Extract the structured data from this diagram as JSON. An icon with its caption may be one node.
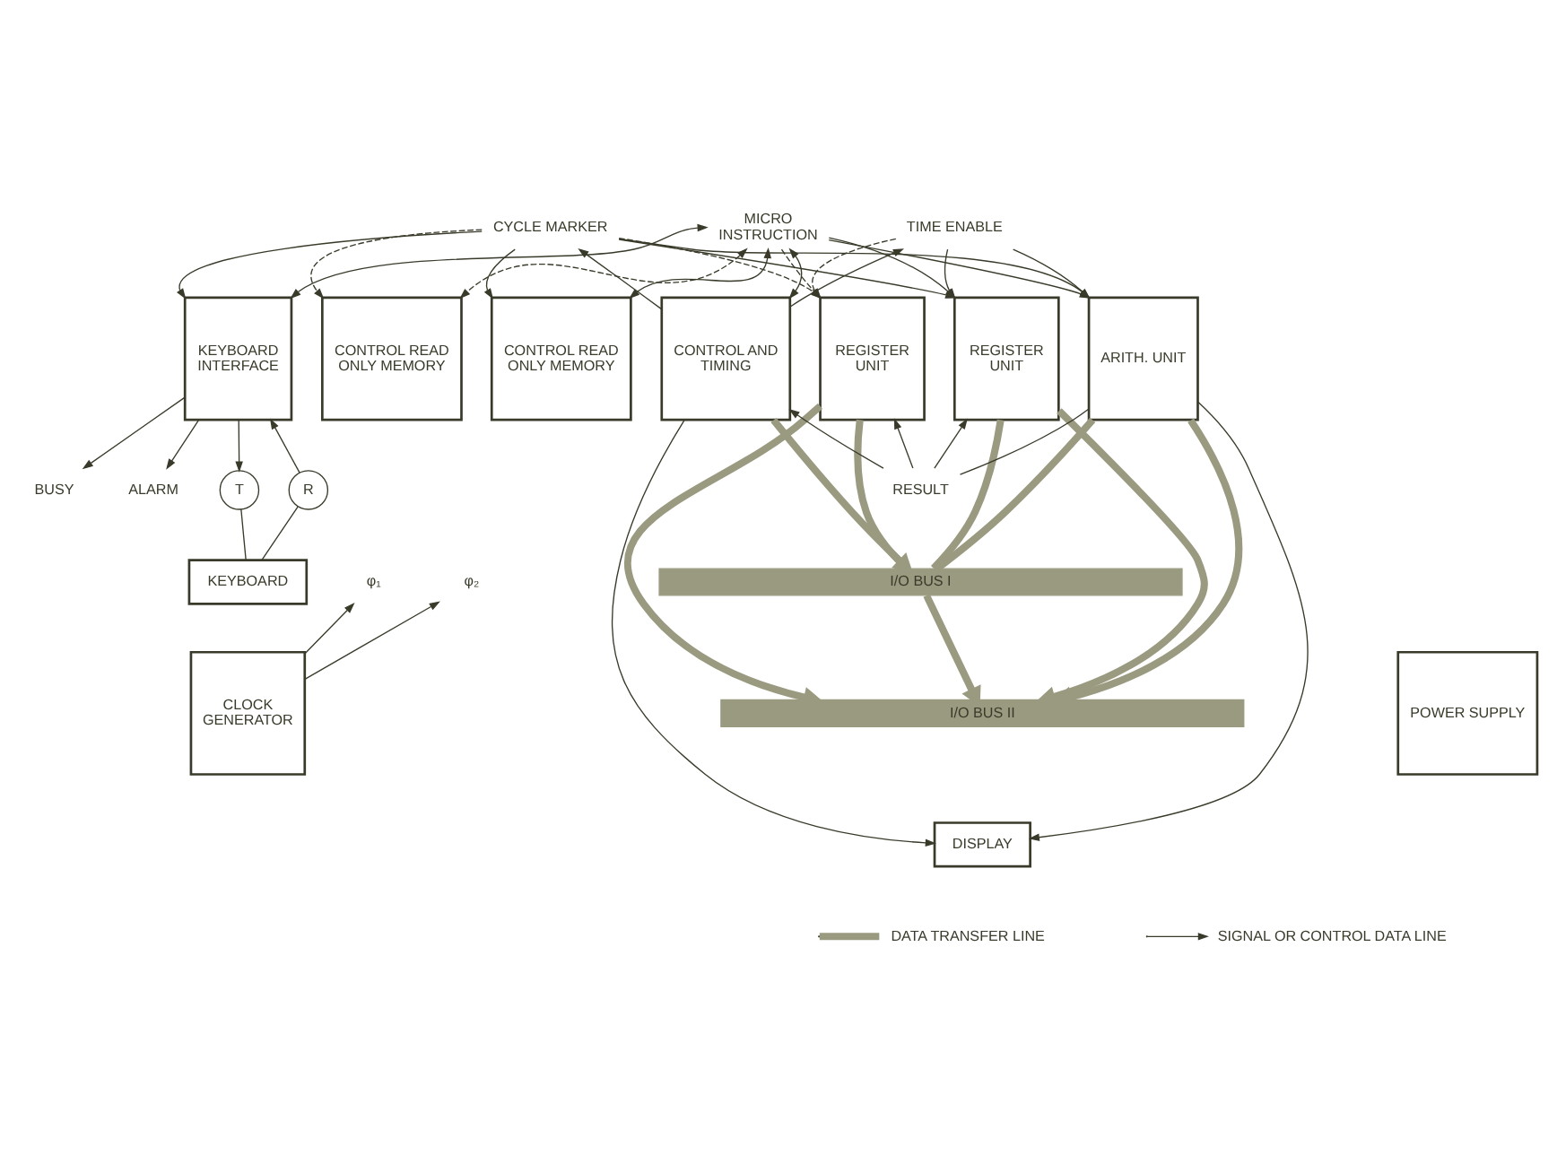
{
  "diagram": {
    "nodes": [
      {
        "text": [
          "KEYBOARD INTERFACE"
        ]
      },
      {
        "text": [
          "CONTROL READ ONLY MEMORY"
        ]
      },
      {
        "text": [
          "CONTROL READ ONLY MEMORY"
        ]
      },
      {
        "text": [
          "CONTROL AND TIMING"
        ]
      },
      {
        "text": [
          "REGISTER UNIT"
        ]
      },
      {
        "text": [
          "REGISTER UNIT"
        ]
      },
      {
        "text": [
          "ARITH. UNIT"
        ]
      },
      {
        "text": [
          "T"
        ]
      },
      {
        "text": [
          "R"
        ]
      },
      {
        "text": [
          "KEYBOARD"
        ]
      },
      {
        "text": [
          "CLOCK GENERATOR"
        ]
      },
      {
        "text": [
          "POWER SUPPLY"
        ]
      },
      {
        "text": [
          "I/O BUS I"
        ]
      },
      {
        "text": [
          "I/O BUS II"
        ]
      },
      {
        "text": [
          "DISPLAY"
        ]
      },
      {
        "text": [
          "MICRO INSTRUCTION"
        ]
      },
      {
        "text": [
          "CYCLE MARKER"
        ]
      },
      {
        "text": [
          "TIME ENABLE"
        ]
      },
      {
        "text": [
          "RESULT"
        ]
      },
      {
        "text": [
          "BUSY"
        ]
      },
      {
        "text": [
          "ALARM"
        ]
      },
      {
        "text": [
          "φ₁"
        ]
      },
      {
        "text": [
          "φ₂"
        ]
      }
    ],
    "edges": [
      {
        "from": 15,
        "to": 0,
        "arrow": "both"
      },
      {
        "from": 15,
        "to": 1,
        "arrow": "both",
        "style": "dashed"
      },
      {
        "from": 15,
        "to": 2,
        "arrow": "both"
      },
      {
        "from": 15,
        "to": 3,
        "arrow": "both"
      },
      {
        "from": 15,
        "to": 4,
        "arrow": "to",
        "style": "dashed"
      },
      {
        "from": 15,
        "to": 5,
        "arrow": "to"
      },
      {
        "from": 15,
        "to": 6,
        "arrow": "to"
      },
      {
        "from": 3,
        "to": 16,
        "arrow": "to"
      },
      {
        "from": 16,
        "to": 0,
        "arrow": "to"
      },
      {
        "from": 16,
        "to": 1,
        "arrow": "to",
        "style": "dashed"
      },
      {
        "from": 16,
        "to": 2,
        "arrow": "to"
      },
      {
        "from": 16,
        "to": 4,
        "arrow": "to",
        "style": "dashed"
      },
      {
        "from": 16,
        "to": 5,
        "arrow": "to"
      },
      {
        "from": 16,
        "to": 6,
        "arrow": "to"
      },
      {
        "from": 3,
        "to": 17,
        "arrow": "to"
      },
      {
        "from": 17,
        "to": 4,
        "arrow": "to",
        "style": "dashed"
      },
      {
        "from": 17,
        "to": 5,
        "arrow": "to"
      },
      {
        "from": 17,
        "to": 6,
        "arrow": "to"
      },
      {
        "from": 6,
        "to": 18,
        "arrow": "none"
      },
      {
        "from": 18,
        "to": 3,
        "arrow": "to"
      },
      {
        "from": 18,
        "to": 4,
        "arrow": "to"
      },
      {
        "from": 18,
        "to": 5,
        "arrow": "to"
      },
      {
        "from": 0,
        "to": 19,
        "arrow": "to"
      },
      {
        "from": 0,
        "to": 20,
        "arrow": "to"
      },
      {
        "from": 0,
        "to": 7,
        "arrow": "to"
      },
      {
        "from": 7,
        "to": 9,
        "arrow": "none"
      },
      {
        "from": 9,
        "to": 8,
        "arrow": "none"
      },
      {
        "from": 8,
        "to": 0,
        "arrow": "to"
      },
      {
        "from": 10,
        "to": 21,
        "arrow": "to"
      },
      {
        "from": 10,
        "to": 22,
        "arrow": "to"
      },
      {
        "from": 3,
        "to": 14,
        "arrow": "to"
      },
      {
        "from": 6,
        "to": 14,
        "arrow": "to"
      },
      {
        "from": 3,
        "to": 12,
        "arrow": "to",
        "style": "thick",
        "color": "#9a9a80"
      },
      {
        "from": 12,
        "to": 13,
        "arrow": "to",
        "style": "thick",
        "color": "#9a9a80"
      },
      {
        "from": 4,
        "to": 12,
        "arrow": "none",
        "style": "thick",
        "color": "#9a9a80"
      },
      {
        "from": 4,
        "to": 13,
        "arrow": "to",
        "style": "thick",
        "color": "#9a9a80"
      },
      {
        "from": 5,
        "to": 12,
        "arrow": "none",
        "style": "thick",
        "color": "#9a9a80"
      },
      {
        "from": 5,
        "to": 13,
        "arrow": "to",
        "style": "thick",
        "color": "#9a9a80"
      },
      {
        "from": 6,
        "to": 12,
        "arrow": "none",
        "style": "thick",
        "color": "#9a9a80"
      },
      {
        "from": 6,
        "to": 13,
        "arrow": "to",
        "style": "thick",
        "color": "#9a9a80"
      }
    ],
    "legend": [
      {
        "text": "DATA TRANSFER LINE"
      },
      {
        "text": "SIGNAL OR CONTROL DATA LINE"
      }
    ]
  }
}
